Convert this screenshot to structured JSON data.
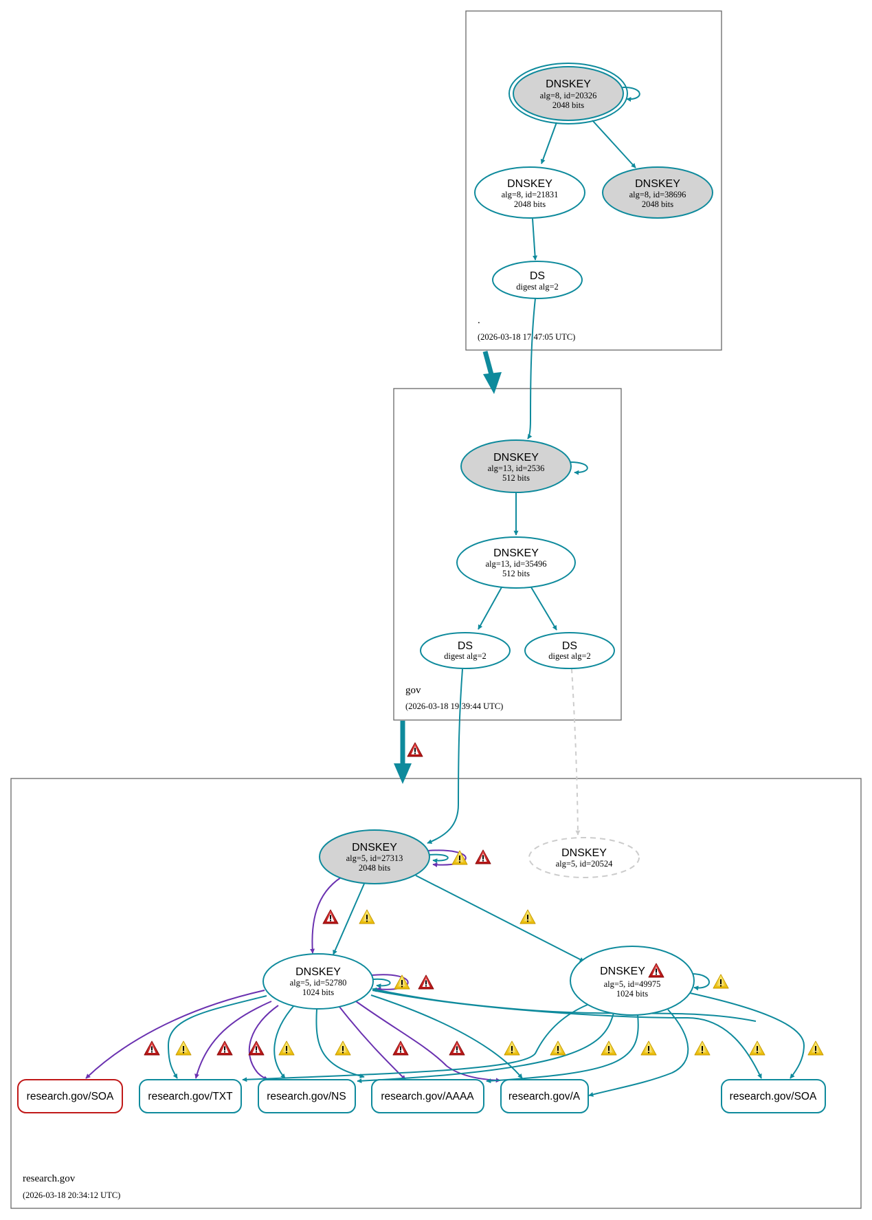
{
  "colors": {
    "secure": "#0e8a9c",
    "bogus_purple": "#6a31b0",
    "error_red": "#c01818",
    "insecure_gray": "#cccccc",
    "ksk_fill": "#d3d3d3",
    "zone_border": "#666666",
    "warn_yellow": "#f5d020",
    "warn_red": "#d22828"
  },
  "zones": [
    {
      "id": "root",
      "name": ".",
      "timestamp": "(2026-03-18 17:47:05 UTC)",
      "nodes": [
        {
          "id": "root-ksk",
          "type": "DNSKEY",
          "title": "DNSKEY",
          "line1": "alg=8, id=20326",
          "line2": "2048 bits",
          "sep": true,
          "trust_anchor": true
        },
        {
          "id": "root-zsk",
          "type": "DNSKEY",
          "title": "DNSKEY",
          "line1": "alg=8, id=21831",
          "line2": "2048 bits",
          "sep": false
        },
        {
          "id": "root-ksk2",
          "type": "DNSKEY",
          "title": "DNSKEY",
          "line1": "alg=8, id=38696",
          "line2": "2048 bits",
          "sep": true
        },
        {
          "id": "root-ds",
          "type": "DS",
          "title": "DS",
          "line1": "digest alg=2"
        }
      ]
    },
    {
      "id": "gov",
      "name": "gov",
      "timestamp": "(2026-03-18 19:39:44 UTC)",
      "nodes": [
        {
          "id": "gov-ksk",
          "type": "DNSKEY",
          "title": "DNSKEY",
          "line1": "alg=13, id=2536",
          "line2": "512 bits",
          "sep": true
        },
        {
          "id": "gov-zsk",
          "type": "DNSKEY",
          "title": "DNSKEY",
          "line1": "alg=13, id=35496",
          "line2": "512 bits",
          "sep": false
        },
        {
          "id": "gov-ds1",
          "type": "DS",
          "title": "DS",
          "line1": "digest alg=2"
        },
        {
          "id": "gov-ds2",
          "type": "DS",
          "title": "DS",
          "line1": "digest alg=2"
        }
      ]
    },
    {
      "id": "research-gov",
      "name": "research.gov",
      "timestamp": "(2026-03-18 20:34:12 UTC)",
      "nodes": [
        {
          "id": "rg-ksk",
          "type": "DNSKEY",
          "title": "DNSKEY",
          "line1": "alg=5, id=27313",
          "line2": "2048 bits",
          "sep": true
        },
        {
          "id": "rg-missing",
          "type": "DNSKEY",
          "title": "DNSKEY",
          "line1": "alg=5, id=20524",
          "status": "missing"
        },
        {
          "id": "rg-zsk",
          "type": "DNSKEY",
          "title": "DNSKEY",
          "line1": "alg=5, id=52780",
          "line2": "1024 bits",
          "sep": false
        },
        {
          "id": "rg-zsk2",
          "type": "DNSKEY",
          "title": "DNSKEY",
          "line1": "alg=5, id=49975",
          "line2": "1024 bits",
          "sep": false,
          "warning": "error"
        }
      ],
      "rrsets": [
        {
          "id": "rr-soa-bad",
          "label": "research.gov/SOA",
          "status": "error"
        },
        {
          "id": "rr-txt",
          "label": "research.gov/TXT",
          "status": "secure"
        },
        {
          "id": "rr-ns",
          "label": "research.gov/NS",
          "status": "secure"
        },
        {
          "id": "rr-aaaa",
          "label": "research.gov/AAAA",
          "status": "secure"
        },
        {
          "id": "rr-a",
          "label": "research.gov/A",
          "status": "secure"
        },
        {
          "id": "rr-soa",
          "label": "research.gov/SOA",
          "status": "secure"
        }
      ]
    }
  ],
  "delegations": [
    {
      "from": "root",
      "to": "gov",
      "status": "secure"
    },
    {
      "from": "gov",
      "to": "research-gov",
      "status": "secure",
      "warning": "error"
    }
  ],
  "edges": [
    {
      "from": "root-ksk",
      "to": "root-ksk",
      "kind": "self",
      "status": "secure"
    },
    {
      "from": "root-ksk",
      "to": "root-zsk",
      "status": "secure"
    },
    {
      "from": "root-ksk",
      "to": "root-ksk2",
      "status": "secure"
    },
    {
      "from": "root-zsk",
      "to": "root-ds",
      "status": "secure"
    },
    {
      "from": "root-ds",
      "to": "gov-ksk",
      "status": "secure"
    },
    {
      "from": "gov-ksk",
      "to": "gov-ksk",
      "kind": "self",
      "status": "secure"
    },
    {
      "from": "gov-ksk",
      "to": "gov-zsk",
      "status": "secure"
    },
    {
      "from": "gov-zsk",
      "to": "gov-ds1",
      "status": "secure"
    },
    {
      "from": "gov-zsk",
      "to": "gov-ds2",
      "status": "secure"
    },
    {
      "from": "gov-ds1",
      "to": "rg-ksk",
      "status": "secure"
    },
    {
      "from": "gov-ds2",
      "to": "rg-missing",
      "status": "insecure"
    },
    {
      "from": "rg-ksk",
      "to": "rg-ksk",
      "kind": "self",
      "status": "secure",
      "warning": "warn"
    },
    {
      "from": "rg-ksk",
      "to": "rg-ksk",
      "kind": "self",
      "status": "bogus",
      "warning": "error"
    },
    {
      "from": "rg-ksk",
      "to": "rg-zsk",
      "status": "bogus",
      "warning": "error"
    },
    {
      "from": "rg-ksk",
      "to": "rg-zsk",
      "status": "secure",
      "warning": "warn"
    },
    {
      "from": "rg-ksk",
      "to": "rg-zsk2",
      "status": "secure",
      "warning": "warn"
    },
    {
      "from": "rg-zsk",
      "to": "rg-zsk",
      "kind": "self",
      "status": "secure",
      "warning": "warn"
    },
    {
      "from": "rg-zsk",
      "to": "rg-zsk",
      "kind": "self",
      "status": "bogus",
      "warning": "error"
    },
    {
      "from": "rg-zsk2",
      "to": "rg-zsk2",
      "kind": "self",
      "status": "secure",
      "warning": "warn"
    },
    {
      "from": "rg-zsk2",
      "to": "rg-zsk",
      "status": "secure"
    },
    {
      "from": "rg-zsk",
      "to": "rr-soa-bad",
      "status": "bogus",
      "warning": "error"
    },
    {
      "from": "rg-zsk",
      "to": "rr-txt",
      "status": "secure",
      "warning": "warn"
    },
    {
      "from": "rg-zsk",
      "to": "rr-txt",
      "status": "bogus",
      "warning": "error"
    },
    {
      "from": "rg-zsk",
      "to": "rr-ns",
      "status": "bogus",
      "warning": "error"
    },
    {
      "from": "rg-zsk",
      "to": "rr-ns",
      "status": "secure",
      "warning": "warn"
    },
    {
      "from": "rg-zsk",
      "to": "rr-aaaa",
      "status": "secure",
      "warning": "warn"
    },
    {
      "from": "rg-zsk",
      "to": "rr-aaaa",
      "status": "bogus",
      "warning": "error"
    },
    {
      "from": "rg-zsk",
      "to": "rr-a",
      "status": "bogus",
      "warning": "error"
    },
    {
      "from": "rg-zsk",
      "to": "rr-a",
      "status": "secure",
      "warning": "warn"
    },
    {
      "from": "rg-zsk",
      "to": "rr-soa",
      "status": "secure",
      "warning": "warn"
    },
    {
      "from": "rg-zsk2",
      "to": "rr-txt",
      "status": "secure",
      "warning": "warn"
    },
    {
      "from": "rg-zsk2",
      "to": "rr-ns",
      "status": "secure",
      "warning": "warn"
    },
    {
      "from": "rg-zsk2",
      "to": "rr-aaaa",
      "status": "secure",
      "warning": "warn"
    },
    {
      "from": "rg-zsk2",
      "to": "rr-a",
      "status": "secure",
      "warning": "warn"
    },
    {
      "from": "rg-zsk2",
      "to": "rr-soa",
      "status": "secure",
      "warning": "warn"
    }
  ]
}
